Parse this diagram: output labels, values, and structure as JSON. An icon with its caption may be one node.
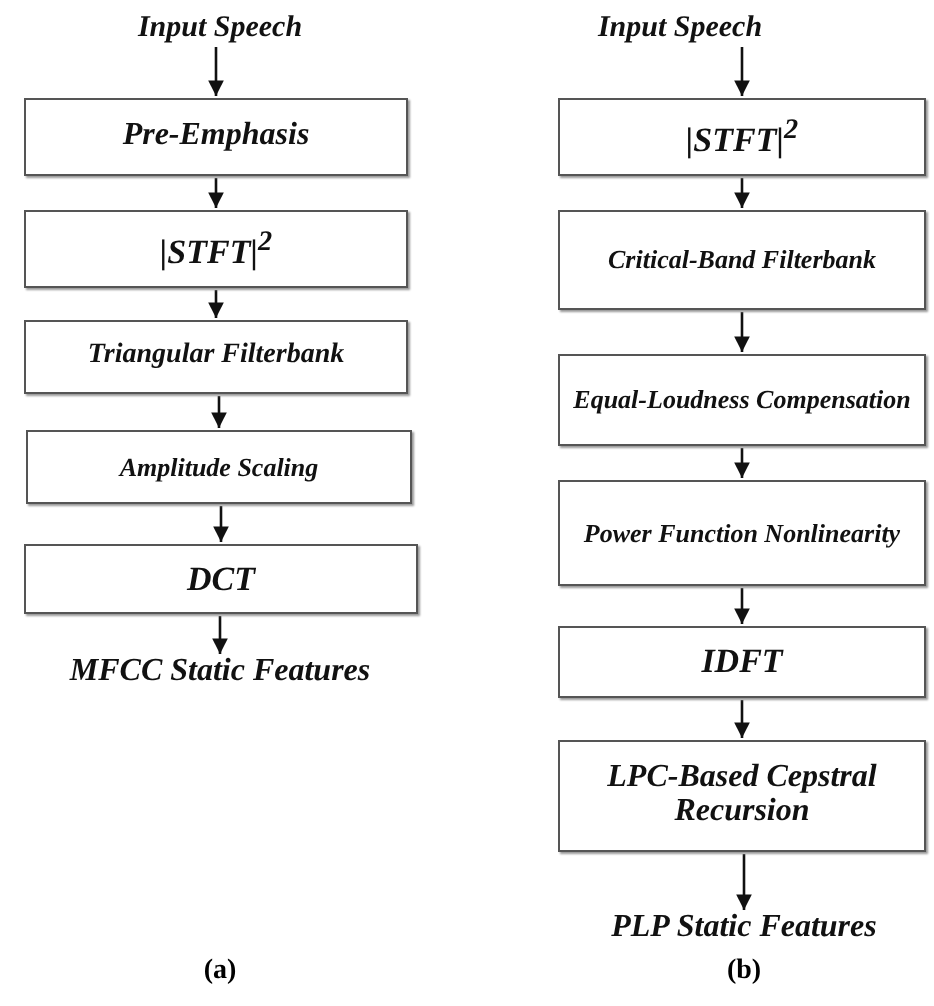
{
  "diagram": {
    "nodes": [
      {
        "text": [
          "Input Speech"
        ]
      },
      {
        "text": [
          "Pre-Emphasis"
        ]
      },
      {
        "text": [
          "|*STFT*|$^{2}$"
        ]
      },
      {
        "text": [
          "Triangular Filterbank"
        ]
      },
      {
        "text": [
          "Amplitude Scaling"
        ]
      },
      {
        "text": [
          "DCT"
        ]
      },
      {
        "text": [
          "MFCC Static Features"
        ]
      },
      {
        "text": [
          "Input Speech"
        ]
      },
      {
        "text": [
          "|*STFT*|$^{2}$"
        ]
      },
      {
        "text": [
          "Critical-Band Filterbank"
        ]
      },
      {
        "text": [
          "Equal-Loudness Compensation"
        ]
      },
      {
        "text": [
          "Power Function Nonlinearity"
        ]
      },
      {
        "text": [
          "IDFT"
        ]
      },
      {
        "text": [
          "LPC-Based Cepstral Recursion"
        ]
      },
      {
        "text": [
          "PLP Static Features"
        ]
      }
    ],
    "edges": [
      {
        "from": 0,
        "to": 1,
        "arrow": "to"
      },
      {
        "from": 1,
        "to": 2,
        "arrow": "to"
      },
      {
        "from": 2,
        "to": 3,
        "arrow": "to"
      },
      {
        "from": 3,
        "to": 4,
        "arrow": "to"
      },
      {
        "from": 4,
        "to": 5,
        "arrow": "to"
      },
      {
        "from": 5,
        "to": 6,
        "arrow": "to"
      },
      {
        "from": 7,
        "to": 8,
        "arrow": "to"
      },
      {
        "from": 8,
        "to": 9,
        "arrow": "to"
      },
      {
        "from": 9,
        "to": 10,
        "arrow": "to"
      },
      {
        "from": 10,
        "to": 11,
        "arrow": "to"
      },
      {
        "from": 11,
        "to": 12,
        "arrow": "to"
      },
      {
        "from": 12,
        "to": 13,
        "arrow": "to"
      },
      {
        "from": 13,
        "to": 14,
        "arrow": "to"
      }
    ],
    "labels": [
      "(a)",
      "(b)"
    ]
  }
}
